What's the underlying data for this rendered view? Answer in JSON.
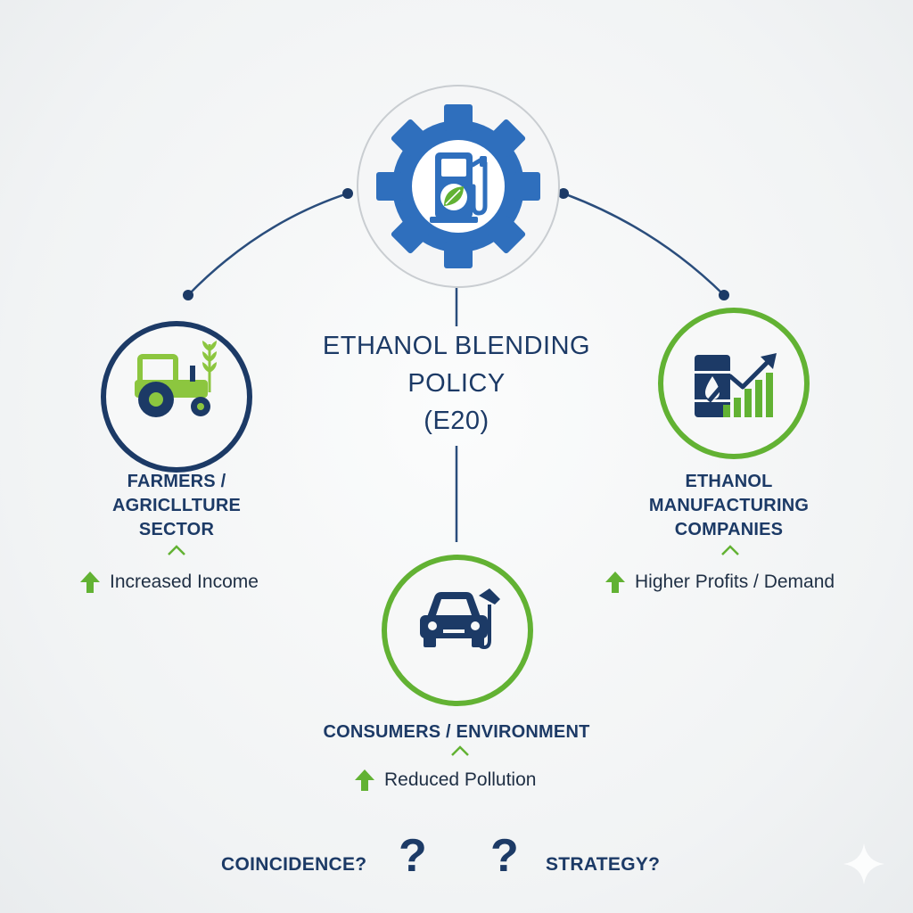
{
  "diagram": {
    "title_lines": [
      "ETHANOL BLENDING",
      "POLICY",
      "(E20)"
    ],
    "nodes": {
      "farmers": {
        "label_lines": [
          "FARMERS /",
          "AGRICLLTURE",
          "SECTOR"
        ],
        "benefit": "Increased Income",
        "icon": "tractor-icon"
      },
      "ethanol": {
        "label_lines": [
          "ETHANOL",
          "MANUFACTURING",
          "COMPANIES"
        ],
        "benefit": "Higher Profits / Demand",
        "icon": "oil-barrel-growth-chart-icon"
      },
      "consumers": {
        "label_lines": [
          "CONSUMERS / ENVIRONMENT"
        ],
        "benefit": "Reduced Pollution",
        "icon": "car-fuel-nozzle-icon"
      }
    },
    "hub_icon": "gear-fuel-pump-leaf-icon",
    "questions": {
      "left": "COINCIDENCE?",
      "left_mark": "?",
      "right_mark": "?",
      "right": "STRATEGY?"
    },
    "colors": {
      "navy": "#1c3a66",
      "blue": "#2f6fbd",
      "green": "#62b233"
    }
  }
}
